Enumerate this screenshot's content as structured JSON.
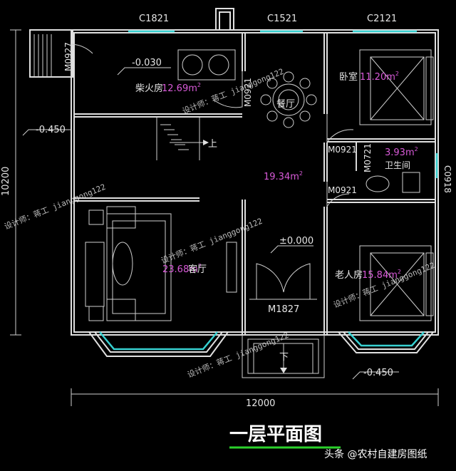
{
  "title": "一层平面图",
  "credit": "头条 @农村自建房图纸",
  "watermark": "设计师：蒋工 jianggong122",
  "dimensions": {
    "width": "12000",
    "height": "10200"
  },
  "elevations": {
    "utility": "-0.030",
    "left": "-0.450",
    "entrance": "±0.000",
    "bottom_right": "-0.450"
  },
  "windows": {
    "top_left": "C1821",
    "top_mid": "C1521",
    "top_right": "C2121",
    "right": "C0918"
  },
  "doors": {
    "side": "M0927",
    "dining": "M0921",
    "bedroom": "M0921",
    "bath": "M0721",
    "elder": "M0921",
    "main": "M1827"
  },
  "rooms": {
    "utility": {
      "name": "柴火房",
      "area": "12.69m"
    },
    "dining": {
      "name": "餐厅"
    },
    "bedroom": {
      "name": "卧室",
      "area": "11.20m"
    },
    "bath": {
      "name": "卫生间",
      "area": "3.93m"
    },
    "hall": {
      "area": "19.34m"
    },
    "living": {
      "name": "客厅",
      "area": "23.68m"
    },
    "elder": {
      "name": "老人房",
      "area": "15.84m"
    }
  },
  "stairs": {
    "up": "上",
    "down": "下"
  },
  "area_unit_sup": "2"
}
